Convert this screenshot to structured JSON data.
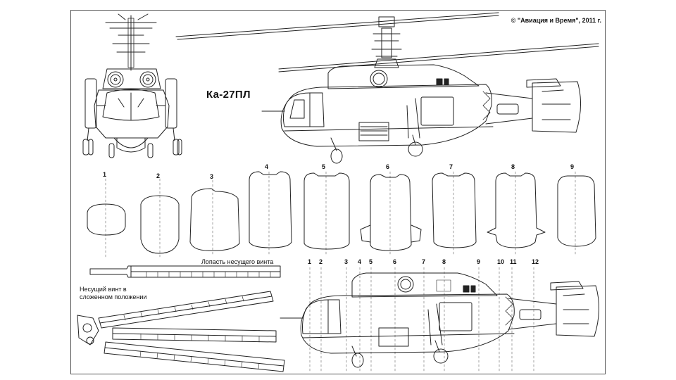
{
  "copyright": "© \"Авиация и Время\", 2011 г.",
  "model_title": "Ка-27ПЛ",
  "blade_label": "Лопасть несущего винта",
  "folded_rotor_label": [
    "Несущий винт в",
    "сложенном положении"
  ],
  "section_numbers": [
    "1",
    "2",
    "3",
    "4",
    "5",
    "6",
    "7",
    "8",
    "9"
  ],
  "station_numbers": [
    "1",
    "2",
    "3",
    "4",
    "5",
    "6",
    "7",
    "8",
    "9",
    "10",
    "11",
    "12"
  ],
  "colors": {
    "line": "#222222",
    "background": "#ffffff",
    "dash": "#666666"
  }
}
